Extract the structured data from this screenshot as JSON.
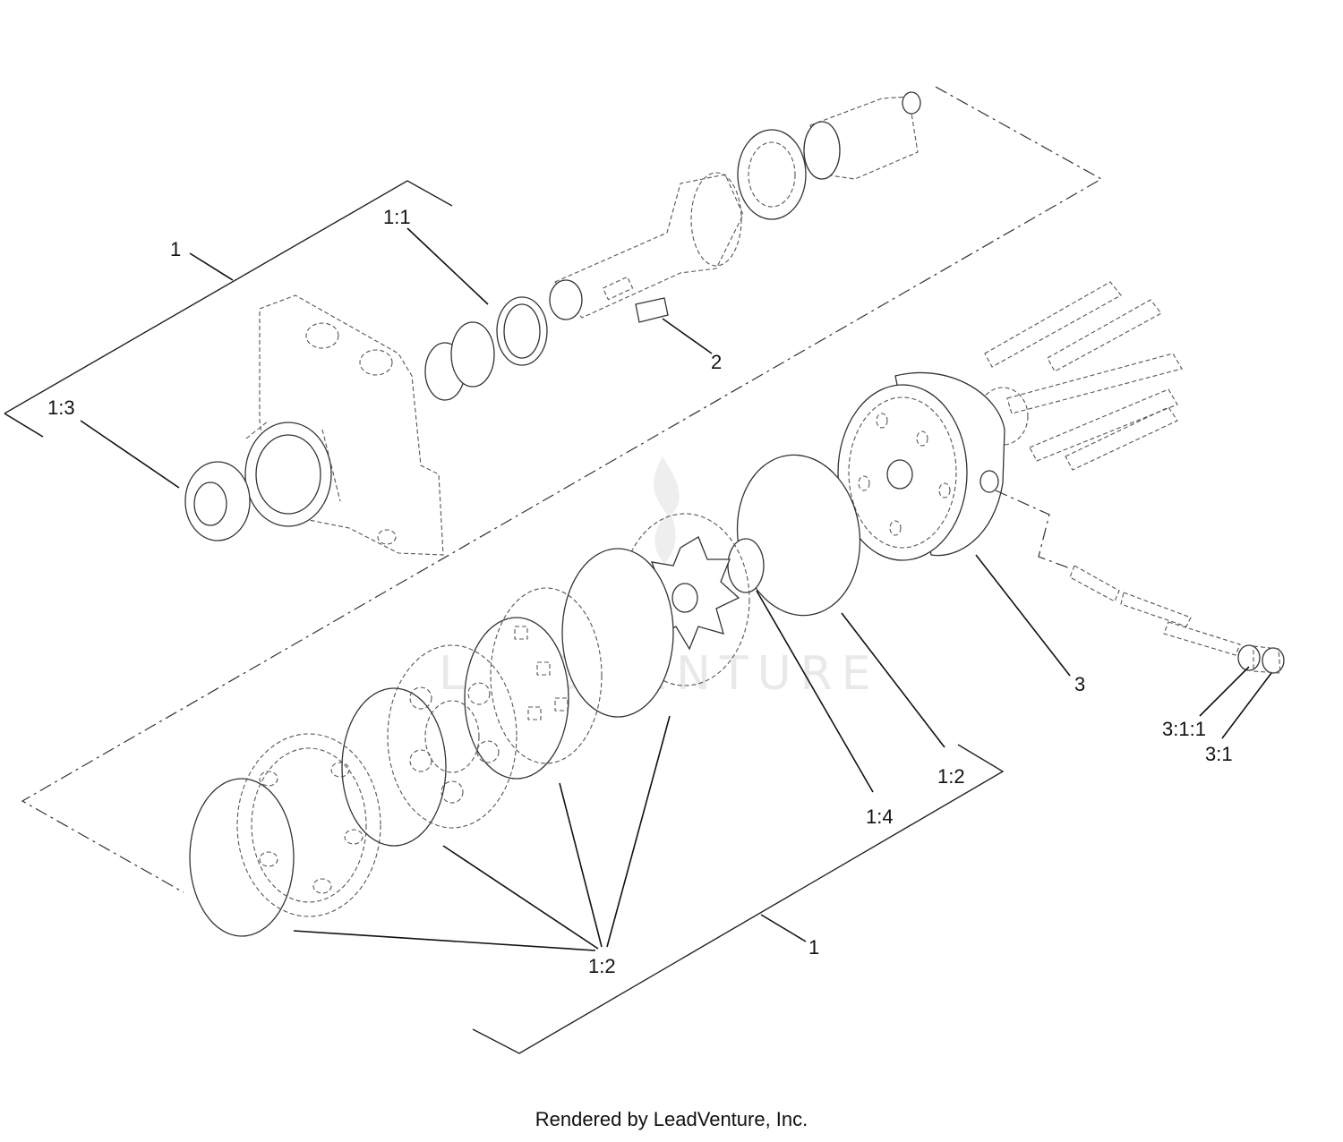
{
  "callouts": {
    "c1_top": "1",
    "c1_1": "1:1",
    "c1_3": "1:3",
    "c2": "2",
    "c3": "3",
    "c3_1_1": "3:1:1",
    "c3_1": "3:1",
    "c1_2_right": "1:2",
    "c1_4": "1:4",
    "c1_bottom": "1",
    "c1_2_bottom": "1:2"
  },
  "watermark": "LEADVENTURE",
  "footer": "Rendered by LeadVenture, Inc."
}
